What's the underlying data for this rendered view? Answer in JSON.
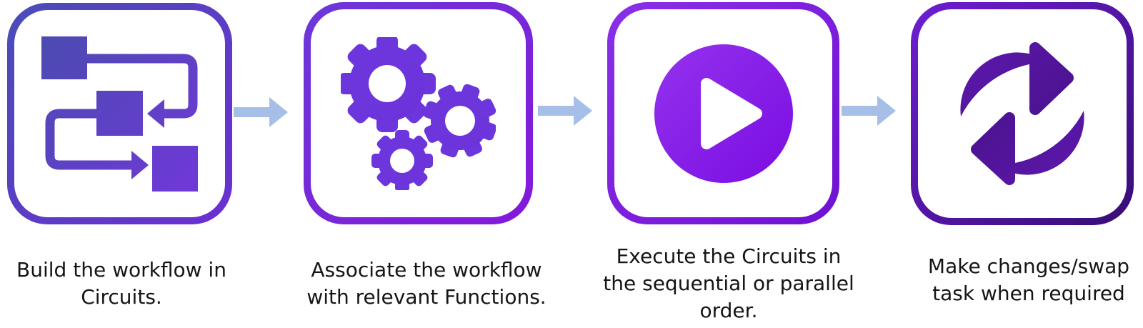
{
  "diagram": {
    "connector_color": "#a6bfe8",
    "text_color": "#151515",
    "steps": [
      {
        "id": 1,
        "icon": "workflow-icon",
        "caption": "Build the workflow in Circuits.",
        "caption_lines": [
          "Build the workflow in",
          "Circuits."
        ],
        "border_gradient": [
          "#4a4db8",
          "#6c2ed2"
        ],
        "icon_gradient": [
          "#4b4bb0",
          "#7038d8"
        ]
      },
      {
        "id": 2,
        "icon": "gears-icon",
        "caption": "Associate the workflow with relevant Functions.",
        "caption_lines": [
          "Associate the workflow",
          "with relevant Functions."
        ],
        "border_gradient": [
          "#6c38d8",
          "#8418da"
        ],
        "icon_gradient": [
          "#6d36dc",
          "#5f21c8"
        ]
      },
      {
        "id": 3,
        "icon": "play-icon",
        "caption": "Execute the Circuits in the sequential or parallel order.",
        "caption_lines": [
          "Execute the Circuits in",
          "the sequential or parallel",
          "order."
        ],
        "border_gradient": [
          "#8a30e8",
          "#7010d2"
        ],
        "icon_gradient": [
          "#9433ee",
          "#7a0ce2"
        ]
      },
      {
        "id": 4,
        "icon": "swap-arrows-icon",
        "caption": "Make changes/swap task when required",
        "caption_lines": [
          "Make changes/swap",
          "task when required"
        ],
        "border_gradient": [
          "#6e1ed2",
          "#380d76"
        ],
        "icon_gradient": [
          "#6019b2",
          "#3f0e7a"
        ]
      }
    ]
  }
}
